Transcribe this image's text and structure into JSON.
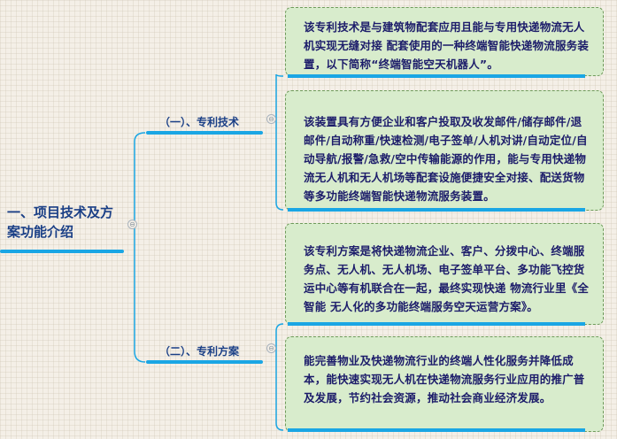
{
  "root": {
    "label": "一、项目技术及方案功能介绍"
  },
  "branches": [
    {
      "label": "（一）、专利技术",
      "collapse_symbol": "⊖",
      "leaves": [
        {
          "text": "该专利技术是与建筑物配套应用且能与专用快递物流无人机实现无缝对接 配套使用的一种终端智能快递物流服务装置，以下简称“终端智能空天机器人”。"
        },
        {
          "text": "该装置具有方便企业和客户投取及收发邮件/储存邮件/退邮件/自动称重/快速检测/电子签单/人机对讲/自动定位/自动导航/报警/急救/空中传输能源的作用，能与专用快递物流无人机和无人机场等配套设施便捷安全对接、配送货物等多功能终端智能快递物流服务装置。"
        }
      ]
    },
    {
      "label": "（二）、专利方案",
      "collapse_symbol": "⊖",
      "leaves": [
        {
          "text": "该专利方案是将快递物流企业、客户、分拨中心、终端服务点、无人机、无人机场、电子签单平台、多功能飞控货运中心等有机联合在一起，最终实现快递 物流行业里《全智能 无人化的多功能终端服务空天运营方案》。"
        },
        {
          "text": "能完善物业及快递物流行业的终端人性化服务并降低成本，能快速实现无人机在快递物流服务行业应用的推广普及发展，节约社会资源，推动社会商业经济发展。"
        }
      ]
    }
  ],
  "root_collapse_symbol": "⊖",
  "colors": {
    "accent": "#1aa6e4",
    "title_text": "#1a3f86",
    "box_fill": "#d8eccc",
    "box_border": "#6f9a5b",
    "box_text": "#1c1c6a"
  }
}
